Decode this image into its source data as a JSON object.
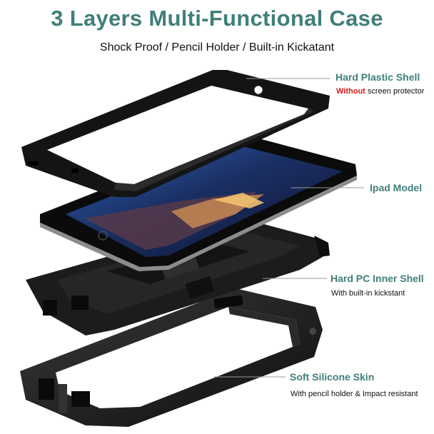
{
  "header": {
    "title": "3 Layers Multi-Functional Case",
    "subtitle": "Shock Proof / Pencil Holder / Built-in Kickatant"
  },
  "layers": [
    {
      "name": "Hard Plastic Shell",
      "note_highlight": "Without",
      "note": " screen protector"
    },
    {
      "name": "Ipad Model",
      "note": ""
    },
    {
      "name": "Hard PC Inner Shell",
      "note": "With built-in kickstant"
    },
    {
      "name": "Soft Silicone Skin",
      "note": "With pencil holder & Impact resistant"
    }
  ],
  "colors": {
    "accent": "#3f7f7a",
    "warning": "#d81818",
    "case_black": "#1a1a1a"
  }
}
